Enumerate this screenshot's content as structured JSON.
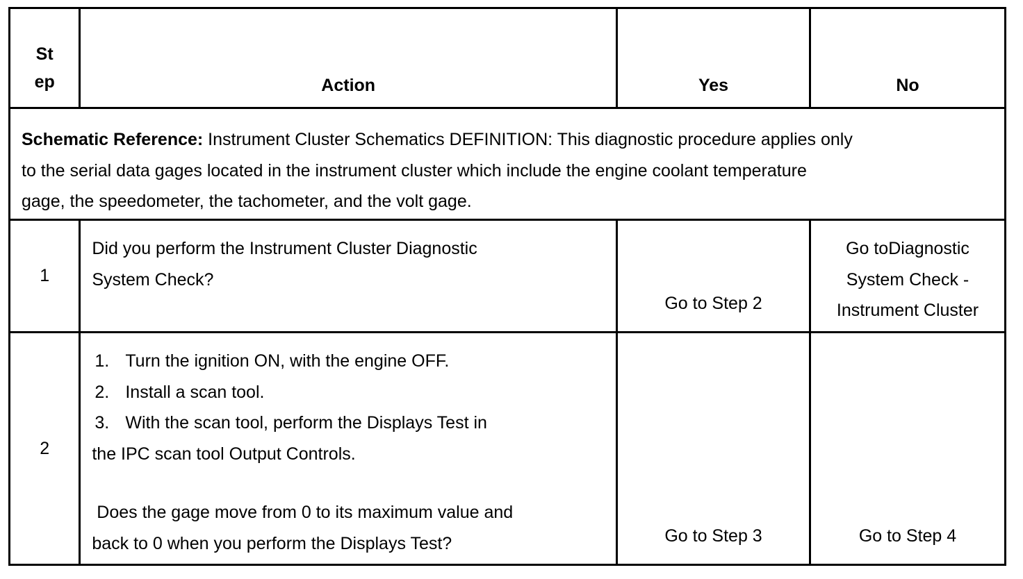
{
  "table": {
    "headers": {
      "step_line1": "St",
      "step_line2": "ep",
      "action": "Action",
      "yes": "Yes",
      "no": "No"
    },
    "schematic": {
      "label": "Schematic Reference:",
      "line1": " Instrument Cluster Schematics DEFINITION: This diagnostic procedure applies only",
      "line2": "to the serial data gages located in the instrument cluster which include the engine coolant temperature",
      "line3": "gage, the speedometer, the tachometer, and the volt gage."
    },
    "rows": [
      {
        "step": "1",
        "action_line1": "Did you perform the Instrument Cluster Diagnostic",
        "action_line2": "System Check?",
        "yes": "Go to Step 2",
        "no_line1": "Go toDiagnostic",
        "no_line2": "System Check -",
        "no_line3": "Instrument Cluster"
      },
      {
        "step": "2",
        "list": [
          {
            "num": "1.",
            "text": "Turn the ignition ON, with the engine OFF."
          },
          {
            "num": "2.",
            "text": "Install a scan tool."
          },
          {
            "num": "3.",
            "text": "With the scan tool, perform the Displays Test in"
          }
        ],
        "list_continuation": "the IPC scan tool Output Controls.",
        "question_line1": " Does the gage move from 0 to its maximum value and",
        "question_line2": "back to 0 when you perform the Displays Test?",
        "yes": "Go to Step 3",
        "no": "Go to Step 4"
      }
    ]
  }
}
